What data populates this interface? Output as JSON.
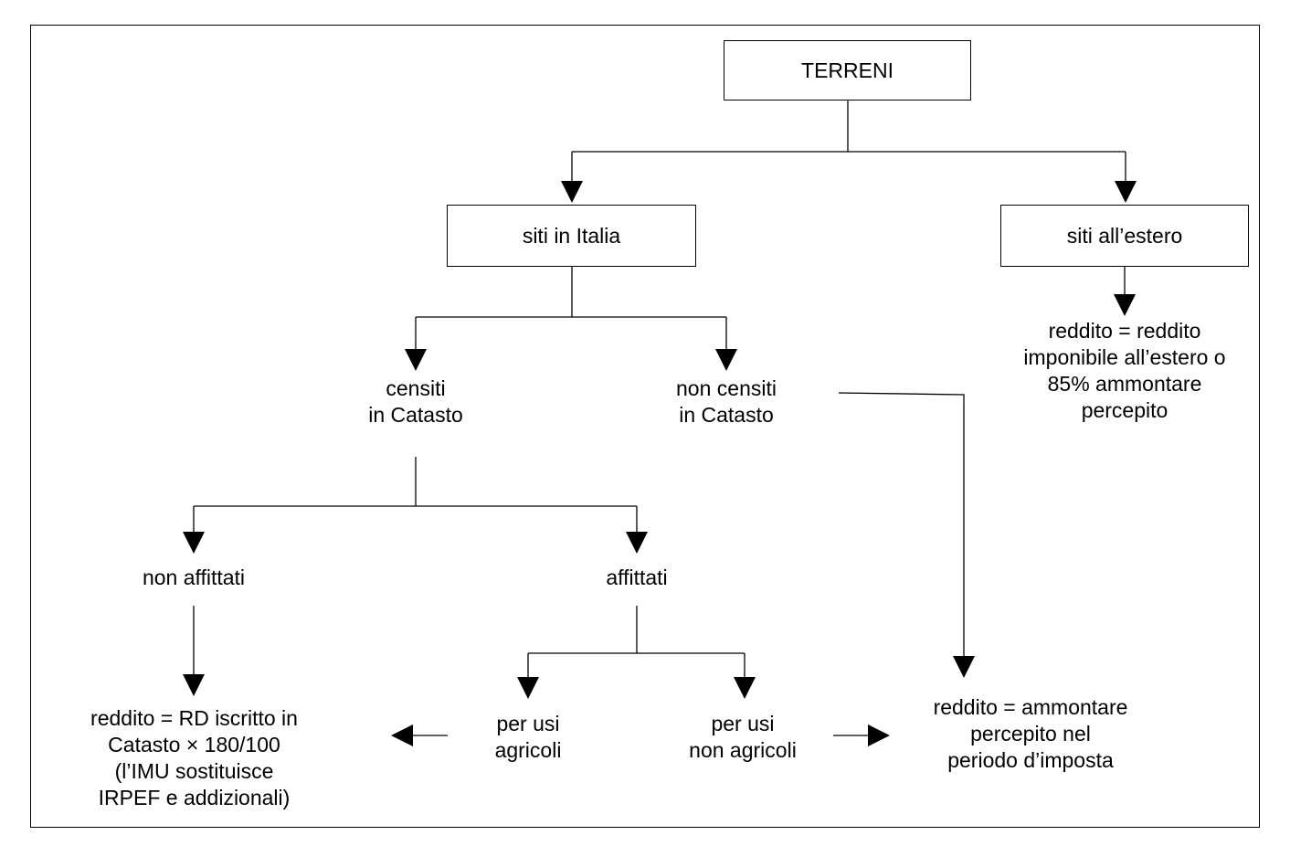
{
  "diagram": {
    "nodes": {
      "terreni": "TERRENI",
      "siti_italia": "siti in Italia",
      "siti_estero": "siti all’estero",
      "reddito_estero": "reddito = reddito\nimponibile all’estero o\n85% ammontare\npercepito",
      "censiti": "censiti\nin Catasto",
      "non_censiti": "non censiti\nin Catasto",
      "non_affittati": "non affittati",
      "affittati": "affittati",
      "reddito_rd": "reddito = RD iscritto in\nCatasto × 180/100\n(l’IMU sostituisce\nIRPEF e addizionali)",
      "usi_agricoli": "per usi\nagricoli",
      "usi_non_agricoli": "per usi\nnon agricoli",
      "reddito_ammontare": "reddito = ammontare\npercepito nel\nperiodo d’imposta"
    }
  }
}
